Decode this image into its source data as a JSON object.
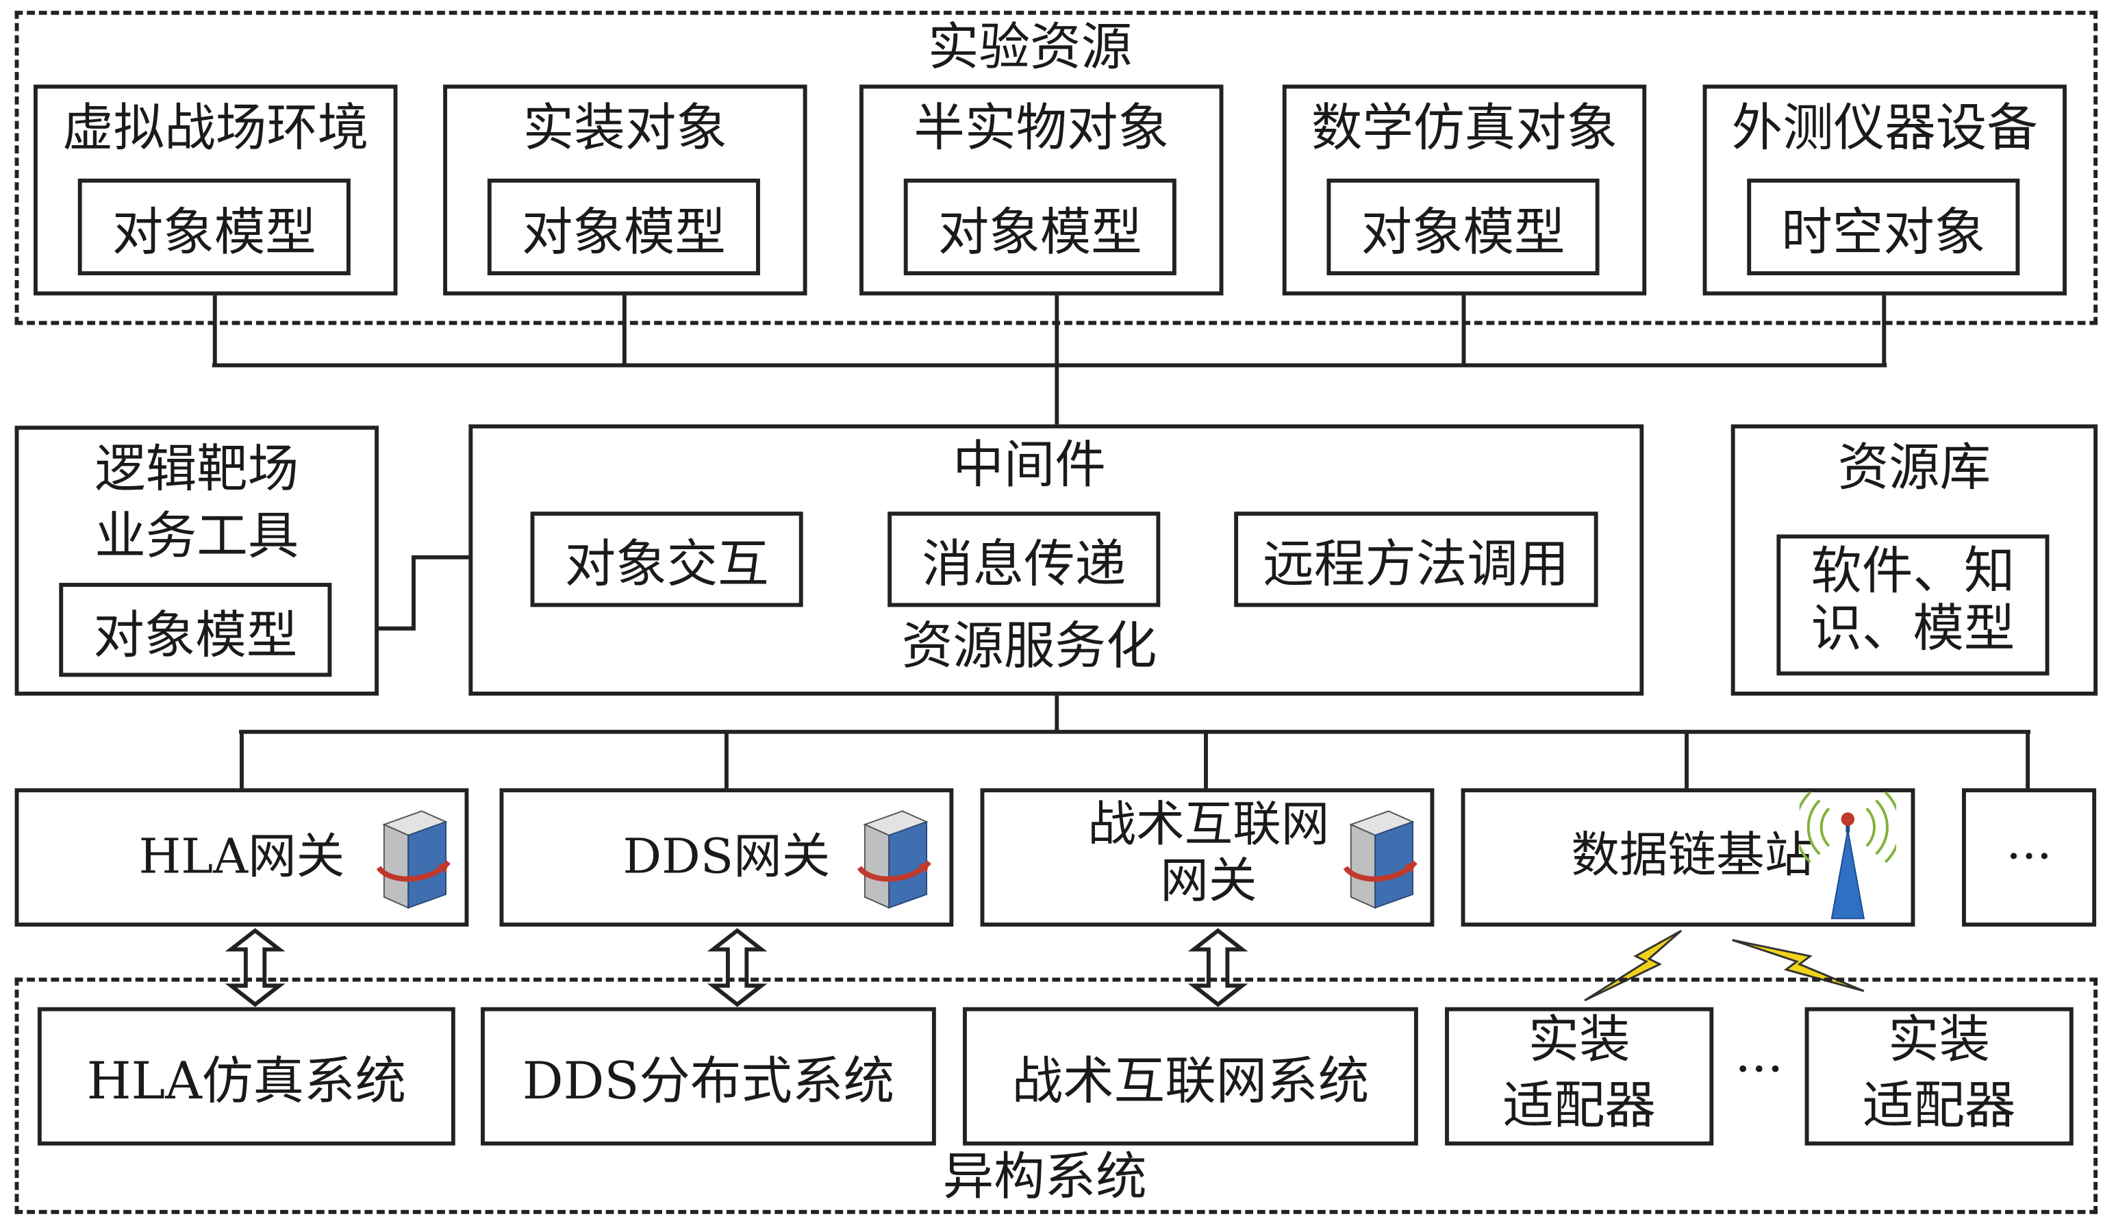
{
  "experiment_resources": {
    "title": "实验资源",
    "items": [
      {
        "label": "虚拟战场环境",
        "sub": "对象模型"
      },
      {
        "label": "实装对象",
        "sub": "对象模型"
      },
      {
        "label": "半实物对象",
        "sub": "对象模型"
      },
      {
        "label": "数学仿真对象",
        "sub": "对象模型"
      },
      {
        "label": "外测仪器设备",
        "sub": "时空对象"
      }
    ]
  },
  "logic_range": {
    "line1": "逻辑靶场",
    "line2": "业务工具",
    "sub": "对象模型"
  },
  "middleware": {
    "title": "中间件",
    "modules": [
      "对象交互",
      "消息传递",
      "远程方法调用"
    ],
    "footer": "资源服务化"
  },
  "resource_library": {
    "title": "资源库",
    "line1": "软件、知",
    "line2": "识、模型"
  },
  "gateways": [
    {
      "label": "HLA网关",
      "icon": "server-icon"
    },
    {
      "label": "DDS网关",
      "icon": "server-icon"
    },
    {
      "line1": "战术互联网",
      "line2": "网关",
      "icon": "server-icon"
    },
    {
      "label": "数据链基站",
      "icon": "antenna-icon"
    },
    {
      "label": "···"
    }
  ],
  "heterogeneous_systems": {
    "title": "异构系统",
    "items": [
      {
        "label": "HLA仿真系统"
      },
      {
        "label": "DDS分布式系统"
      },
      {
        "label": "战术互联网系统"
      },
      {
        "line1": "实装",
        "line2": "适配器"
      },
      {
        "line1": "实装",
        "line2": "适配器"
      }
    ],
    "ellipsis": "···"
  },
  "colors": {
    "line": "#222222",
    "server_blue": "#3f6fb0",
    "server_gray": "#c8c8c8",
    "arrow_red": "#c0392b",
    "antenna_blue": "#2f6fc4",
    "antenna_wave": "#7fb33a",
    "lightning": "#f2d21b"
  }
}
